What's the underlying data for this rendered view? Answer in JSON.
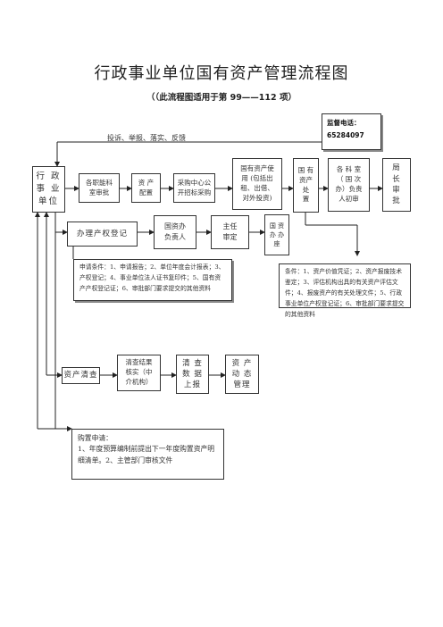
{
  "title": "行政事业单位国有资产管理流程图",
  "subtitle": "（（此流程图适用于第 99——112 项）",
  "supervision": {
    "label": "监督电话：",
    "phone": "65284097"
  },
  "feedback_label": "投诉、举报、落实、反馈",
  "main_flow": {
    "unit": "行  政\n事  业\n单位",
    "dept_review": "各职能科\n室审批",
    "asset_config": "资  产\n配置",
    "procurement": "采购中心公\n开招标采购",
    "asset_use": "国有资产使\n用 (包括出\n租、出借、\n对外投资)",
    "asset_disposal": "国  有\n资产\n处\n置",
    "section_review": "各  科  室\n（ 国  次\n办）负责\n人初审",
    "director_approval": "局\n长\n审\n批"
  },
  "registration_flow": {
    "register": "办理产权登记",
    "office_head": "国资办\n负责人",
    "director_review": "主任\n审定",
    "office": "国  资\n办  办\n座"
  },
  "registration_conditions": "申请条件：1、申请报告；2、单位年度会计报表；3、产权登记；4、事业单位法人证书复印件；5、国有资产产权登记证；6、审批部门要求提交的其他资料",
  "disposal_conditions": "条件：1、资产价值凭证；2、资产报废技术鉴定；3、评估机构出具的有关资产评估文件；4、报废资产的有关处理文件；5、行政事业单位产权登记证；6、审批部门要求提交的其他资料",
  "inventory_flow": {
    "inventory": "资产清查",
    "verify": "清查结果\n核实（中\n介机构）",
    "report": "清  查\n数  据\n上报",
    "dynamic": "资  产\n动  态\n管理"
  },
  "purchase_request": "购置申请：\n1、年度预算编制前提出下一年度购置资产明细清单。2、主管部门审核文件"
}
